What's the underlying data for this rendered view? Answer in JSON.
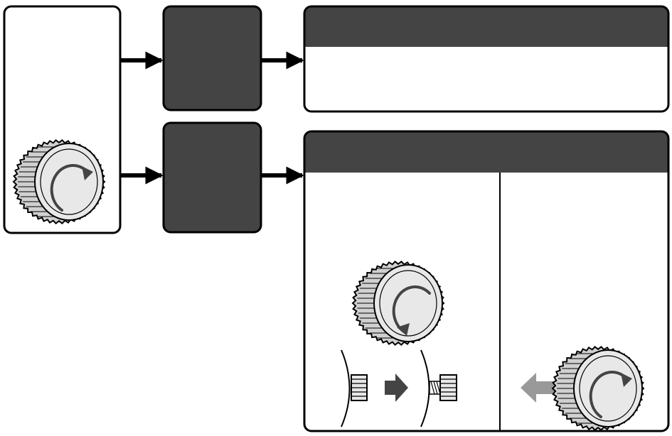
{
  "diagram": {
    "colors": {
      "outline": "#000000",
      "dark_fill": "#444444",
      "box_fill": "#ffffff",
      "knob_face": "#e8e8e8",
      "knob_rim": "#d0d0d0",
      "rotation_arrow": "#444444",
      "pull_arrow": "#999999"
    },
    "nodes": {
      "crown_source": {
        "icon": "knurled-crown-clockwise-icon"
      },
      "step_top": {
        "label": ""
      },
      "step_bottom": {
        "label": ""
      },
      "result_top": {
        "header": "",
        "body": ""
      },
      "result_bottom": {
        "header": "",
        "left_panel": {
          "icons": [
            "knurled-crown-counterclockwise-icon",
            "crown-screw-side-view-icon",
            "crown-unscrewed-side-view-icon"
          ]
        },
        "right_panel": {
          "icons": [
            "pull-out-arrow-icon",
            "knurled-crown-clockwise-icon"
          ]
        }
      }
    },
    "connections": [
      {
        "from": "crown_source",
        "to": "step_top"
      },
      {
        "from": "step_top",
        "to": "result_top"
      },
      {
        "from": "crown_source",
        "to": "step_bottom"
      },
      {
        "from": "step_bottom",
        "to": "result_bottom"
      }
    ]
  }
}
